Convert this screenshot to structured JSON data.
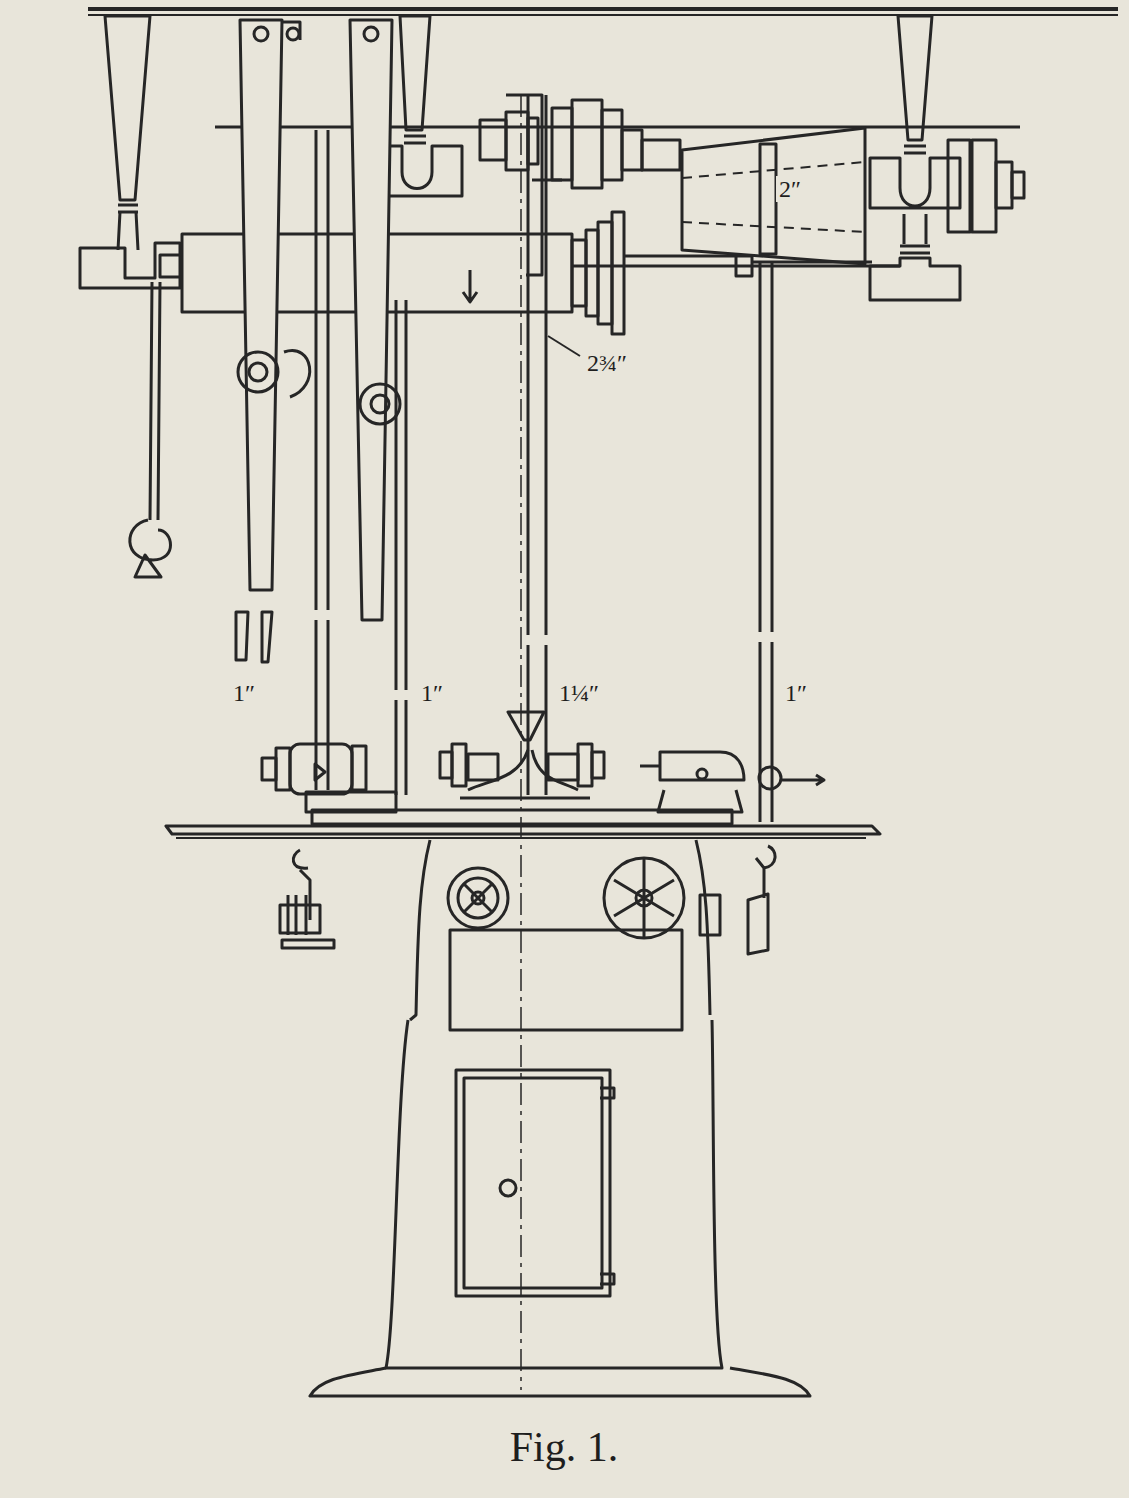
{
  "diagram": {
    "caption": "Fig. 1.",
    "labels": [
      "2″",
      "2¾″",
      "1″",
      "1″",
      "1¼″",
      "1″"
    ]
  }
}
